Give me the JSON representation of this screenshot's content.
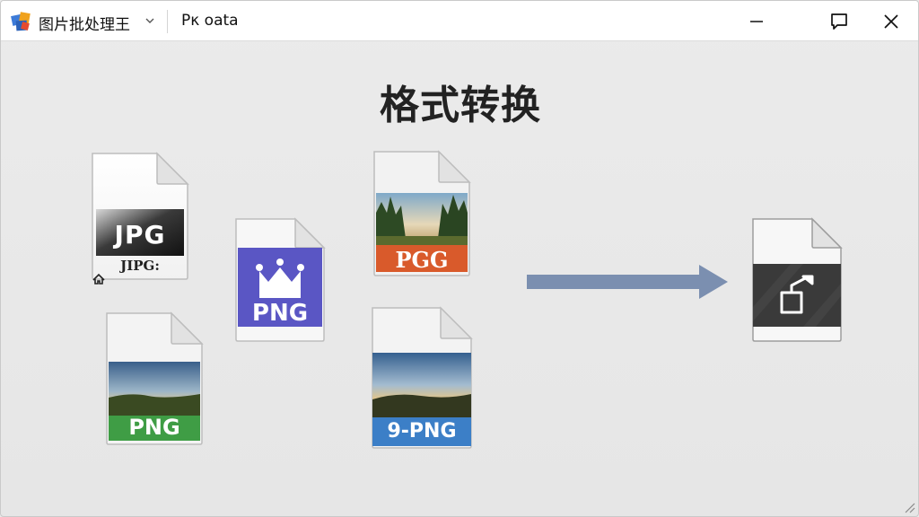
{
  "titlebar": {
    "app_name": "图片批处理王",
    "document_name": "Pκ oata",
    "controls": [
      "minimize-icon",
      "restore-icon",
      "close-icon"
    ]
  },
  "page": {
    "title": "格式转换"
  },
  "source_files": [
    {
      "label": "JPG",
      "sub_label": "JIPG:",
      "banner_color": "#2b2b2b",
      "thumbnail": "grayscale"
    },
    {
      "label": "PNG",
      "banner_color": "#5a56c4",
      "thumbnail": "crown-icon"
    },
    {
      "label": "PGG",
      "banner_color": "#d95a2b",
      "thumbnail": "forest-photo"
    },
    {
      "label": "PNG",
      "banner_color": "#3f9d45",
      "thumbnail": "sunset-photo"
    },
    {
      "label": "9-PNG",
      "banner_color": "#3c7fc7",
      "thumbnail": "sunset-photo"
    }
  ],
  "target_file": {
    "banner_color": "#3a3a3a",
    "icon": "export-icon"
  },
  "colors": {
    "arrow": "#7b8fb0",
    "background": "#e9e9e9"
  }
}
